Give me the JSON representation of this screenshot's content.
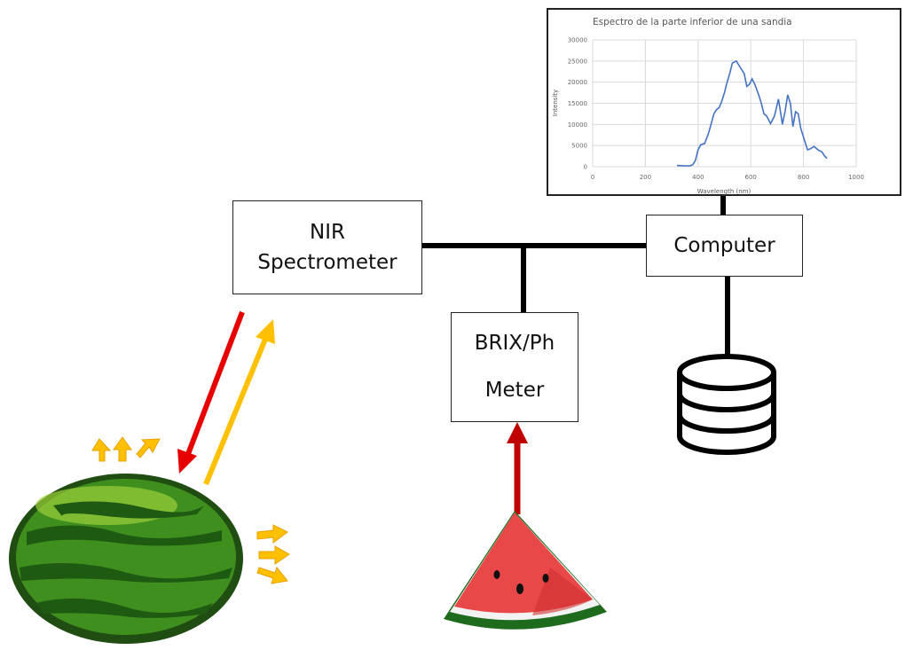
{
  "nodes": {
    "spectrometer": {
      "line1": "NIR",
      "line2": "Spectrometer"
    },
    "computer": {
      "label": "Computer"
    },
    "meter": {
      "line1": "BRIX/Ph",
      "line2": "Meter"
    }
  },
  "colors": {
    "red_arrow": "#e60000",
    "yellow_arrow": "#ffc000",
    "brix_arrow": "#c00000",
    "line": "#4472c4"
  },
  "chart_data": {
    "type": "line",
    "title": "Espectro de la parte inferior de una sandia",
    "xlabel": "Wavelength (nm)",
    "ylabel": "Intensity",
    "xlim": [
      0,
      1000
    ],
    "ylim": [
      0,
      30000
    ],
    "xticks": [
      0,
      200,
      400,
      600,
      800,
      1000
    ],
    "yticks": [
      0,
      5000,
      10000,
      15000,
      20000,
      25000,
      30000
    ],
    "grid": true,
    "series": [
      {
        "name": "Intensity",
        "x": [
          320,
          350,
          370,
          380,
          390,
          400,
          410,
          425,
          440,
          460,
          470,
          480,
          490,
          500,
          510,
          520,
          530,
          545,
          560,
          575,
          585,
          595,
          605,
          615,
          630,
          640,
          650,
          660,
          675,
          690,
          705,
          715,
          720,
          730,
          740,
          750,
          760,
          770,
          780,
          790,
          800,
          815,
          825,
          840,
          855,
          870,
          880,
          890
        ],
        "y": [
          300,
          200,
          200,
          500,
          1500,
          4000,
          5200,
          5500,
          8000,
          12500,
          13500,
          14000,
          15500,
          17500,
          20000,
          22000,
          24500,
          25000,
          23500,
          22000,
          19000,
          19500,
          20800,
          19500,
          17000,
          15000,
          12500,
          12000,
          10200,
          12000,
          16000,
          12000,
          10000,
          13000,
          17000,
          15000,
          9500,
          13000,
          12500,
          9000,
          7000,
          4000,
          4200,
          4800,
          4000,
          3500,
          2500,
          2000
        ]
      }
    ]
  }
}
